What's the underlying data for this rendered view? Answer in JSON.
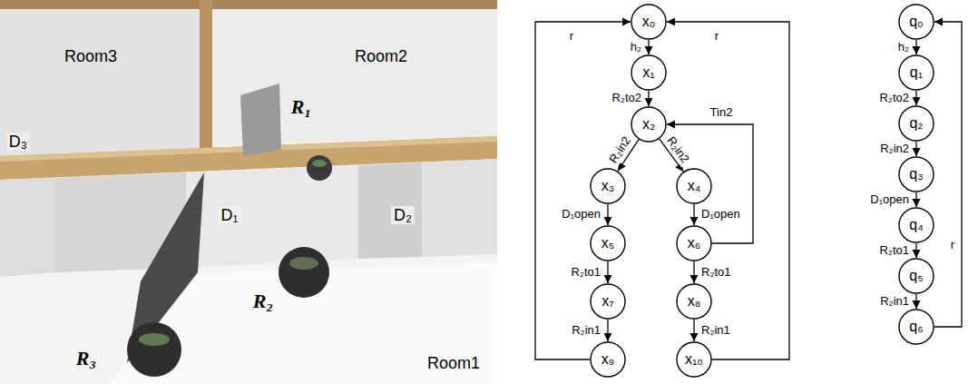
{
  "diagram": {
    "nodes": [
      {
        "text": [
          "x₀"
        ]
      },
      {
        "text": [
          "x₁"
        ]
      },
      {
        "text": [
          "x₂"
        ]
      },
      {
        "text": [
          "x₃"
        ]
      },
      {
        "text": [
          "x₄"
        ]
      },
      {
        "text": [
          "x₅"
        ]
      },
      {
        "text": [
          "x₆"
        ]
      },
      {
        "text": [
          "x₇"
        ]
      },
      {
        "text": [
          "x₈"
        ]
      },
      {
        "text": [
          "x₉"
        ]
      },
      {
        "text": [
          "x₁₀"
        ]
      },
      {
        "text": [
          "q₀"
        ]
      },
      {
        "text": [
          "q₁"
        ]
      },
      {
        "text": [
          "q₂"
        ]
      },
      {
        "text": [
          "q₃"
        ]
      },
      {
        "text": [
          "q₄"
        ]
      },
      {
        "text": [
          "q₅"
        ]
      },
      {
        "text": [
          "q₆"
        ]
      }
    ],
    "edges": [
      {
        "from": 0,
        "to": 1,
        "label": "h₂",
        "arrow": "to"
      },
      {
        "from": 1,
        "to": 2,
        "label": "R₂to2",
        "arrow": "to"
      },
      {
        "from": 2,
        "to": 3,
        "label": "R₂in2",
        "arrow": "to"
      },
      {
        "from": 2,
        "to": 4,
        "label": "R₂in2",
        "arrow": "to"
      },
      {
        "from": 3,
        "to": 5,
        "label": "D₁open",
        "arrow": "to"
      },
      {
        "from": 4,
        "to": 6,
        "label": "D₁open",
        "arrow": "to"
      },
      {
        "from": 6,
        "to": 2,
        "label": "Tin2",
        "arrow": "to"
      },
      {
        "from": 5,
        "to": 7,
        "label": "R₂to1",
        "arrow": "to"
      },
      {
        "from": 7,
        "to": 9,
        "label": "R₂in1",
        "arrow": "to"
      },
      {
        "from": 6,
        "to": 8,
        "label": "R₂to1",
        "arrow": "to"
      },
      {
        "from": 8,
        "to": 10,
        "label": "R₂in1",
        "arrow": "to"
      },
      {
        "from": 9,
        "to": 0,
        "label": "r",
        "arrow": "to"
      },
      {
        "from": 10,
        "to": 0,
        "label": "r",
        "arrow": "to"
      },
      {
        "from": 11,
        "to": 12,
        "label": "h₂",
        "arrow": "to"
      },
      {
        "from": 12,
        "to": 13,
        "label": "R₂to2",
        "arrow": "to"
      },
      {
        "from": 13,
        "to": 14,
        "label": "R₂in2",
        "arrow": "to"
      },
      {
        "from": 14,
        "to": 15,
        "label": "D₁open",
        "arrow": "to"
      },
      {
        "from": 15,
        "to": 16,
        "label": "R₂to1",
        "arrow": "to"
      },
      {
        "from": 16,
        "to": 17,
        "label": "R₂in1",
        "arrow": "to"
      },
      {
        "from": 17,
        "to": 11,
        "label": "r",
        "arrow": "to"
      }
    ],
    "labels": [
      "Room3",
      "Room2",
      "R₁",
      "D₃",
      "D₁",
      "D₂",
      "R₂",
      "R₃",
      "Room1"
    ]
  }
}
